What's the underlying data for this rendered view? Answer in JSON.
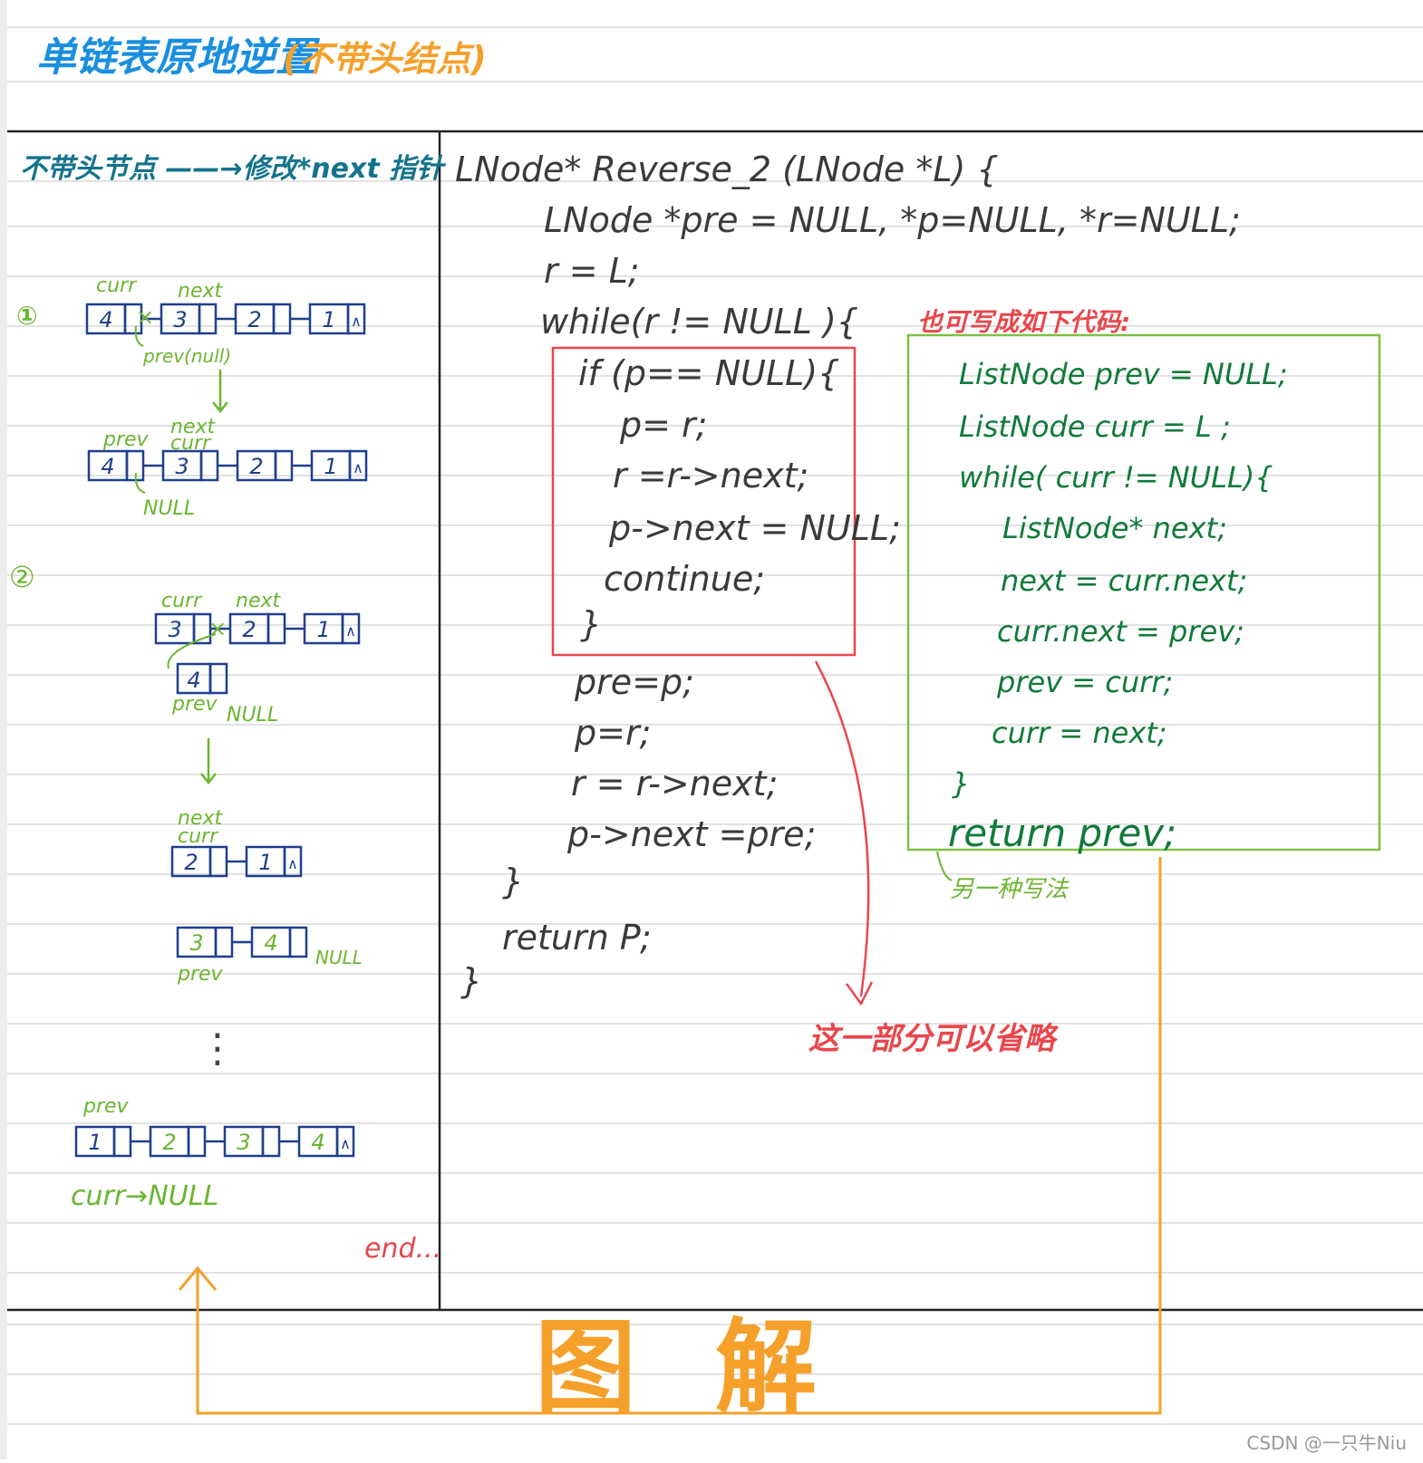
{
  "header": {
    "title": "单链表原地逆置",
    "subtitle": "(不带头结点)"
  },
  "left_panel": {
    "heading": "不带头节点 ——→修改*next 指针",
    "step1_marker": "①",
    "step2_marker": "②",
    "labels": {
      "curr": "curr",
      "next": "next",
      "prev": "prev",
      "prev_null": "prev(null)",
      "null": "NULL",
      "null_short": "NULL",
      "curr_null": "curr→NULL",
      "end": "end...",
      "dots": "⋮"
    },
    "row1": [
      "4",
      "3",
      "2",
      "1"
    ],
    "row2": [
      "4",
      "3",
      "2",
      "1"
    ],
    "row3": [
      "3",
      "2",
      "1"
    ],
    "row3_single": "4",
    "row4": [
      "2",
      "1"
    ],
    "row5": [
      "3",
      "4"
    ],
    "row6": [
      "1",
      "2",
      "3",
      "4"
    ],
    "null_mark": "∧",
    "cross_mark": "×"
  },
  "code": {
    "line1": "LNode* Reverse_2 (LNode  *L) {",
    "line2": "LNode *pre = NULL, *p=NULL, *r=NULL;",
    "line3": "r = L;",
    "line4": "while(r != NULL ){",
    "if_block": [
      "if (p== NULL){",
      "p= r;",
      "r =r->next;",
      "p->next = NULL;",
      "continue;",
      "}"
    ],
    "after": [
      "pre=p;",
      "p=r;",
      "r = r->next;",
      "p->next =pre;"
    ],
    "close_while": "}",
    "return": "return P;",
    "close_fn": "}"
  },
  "alt_code": {
    "title": "也可写成如下代码:",
    "lines": [
      "ListNode prev = NULL;",
      "ListNode curr = L    ;",
      "while( curr != NULL){",
      "ListNode* next;",
      "next = curr.next;",
      "curr.next = prev;",
      "prev = curr;",
      "curr = next;",
      "}",
      "return prev;"
    ],
    "note": "另一种写法"
  },
  "annotation": {
    "omit": "这一部分可以省略"
  },
  "footer": {
    "diagram_label": "图 解",
    "watermark": "CSDN @一只牛Niu"
  },
  "colors": {
    "blue_title": "#1a8fe0",
    "orange": "#f5a02a",
    "teal": "#14738c",
    "green": "#6bb52f",
    "dark_green": "#117a3a",
    "red": "#e8474c",
    "node_blue": "#1f3f8f",
    "ink": "#3a3a3a"
  }
}
